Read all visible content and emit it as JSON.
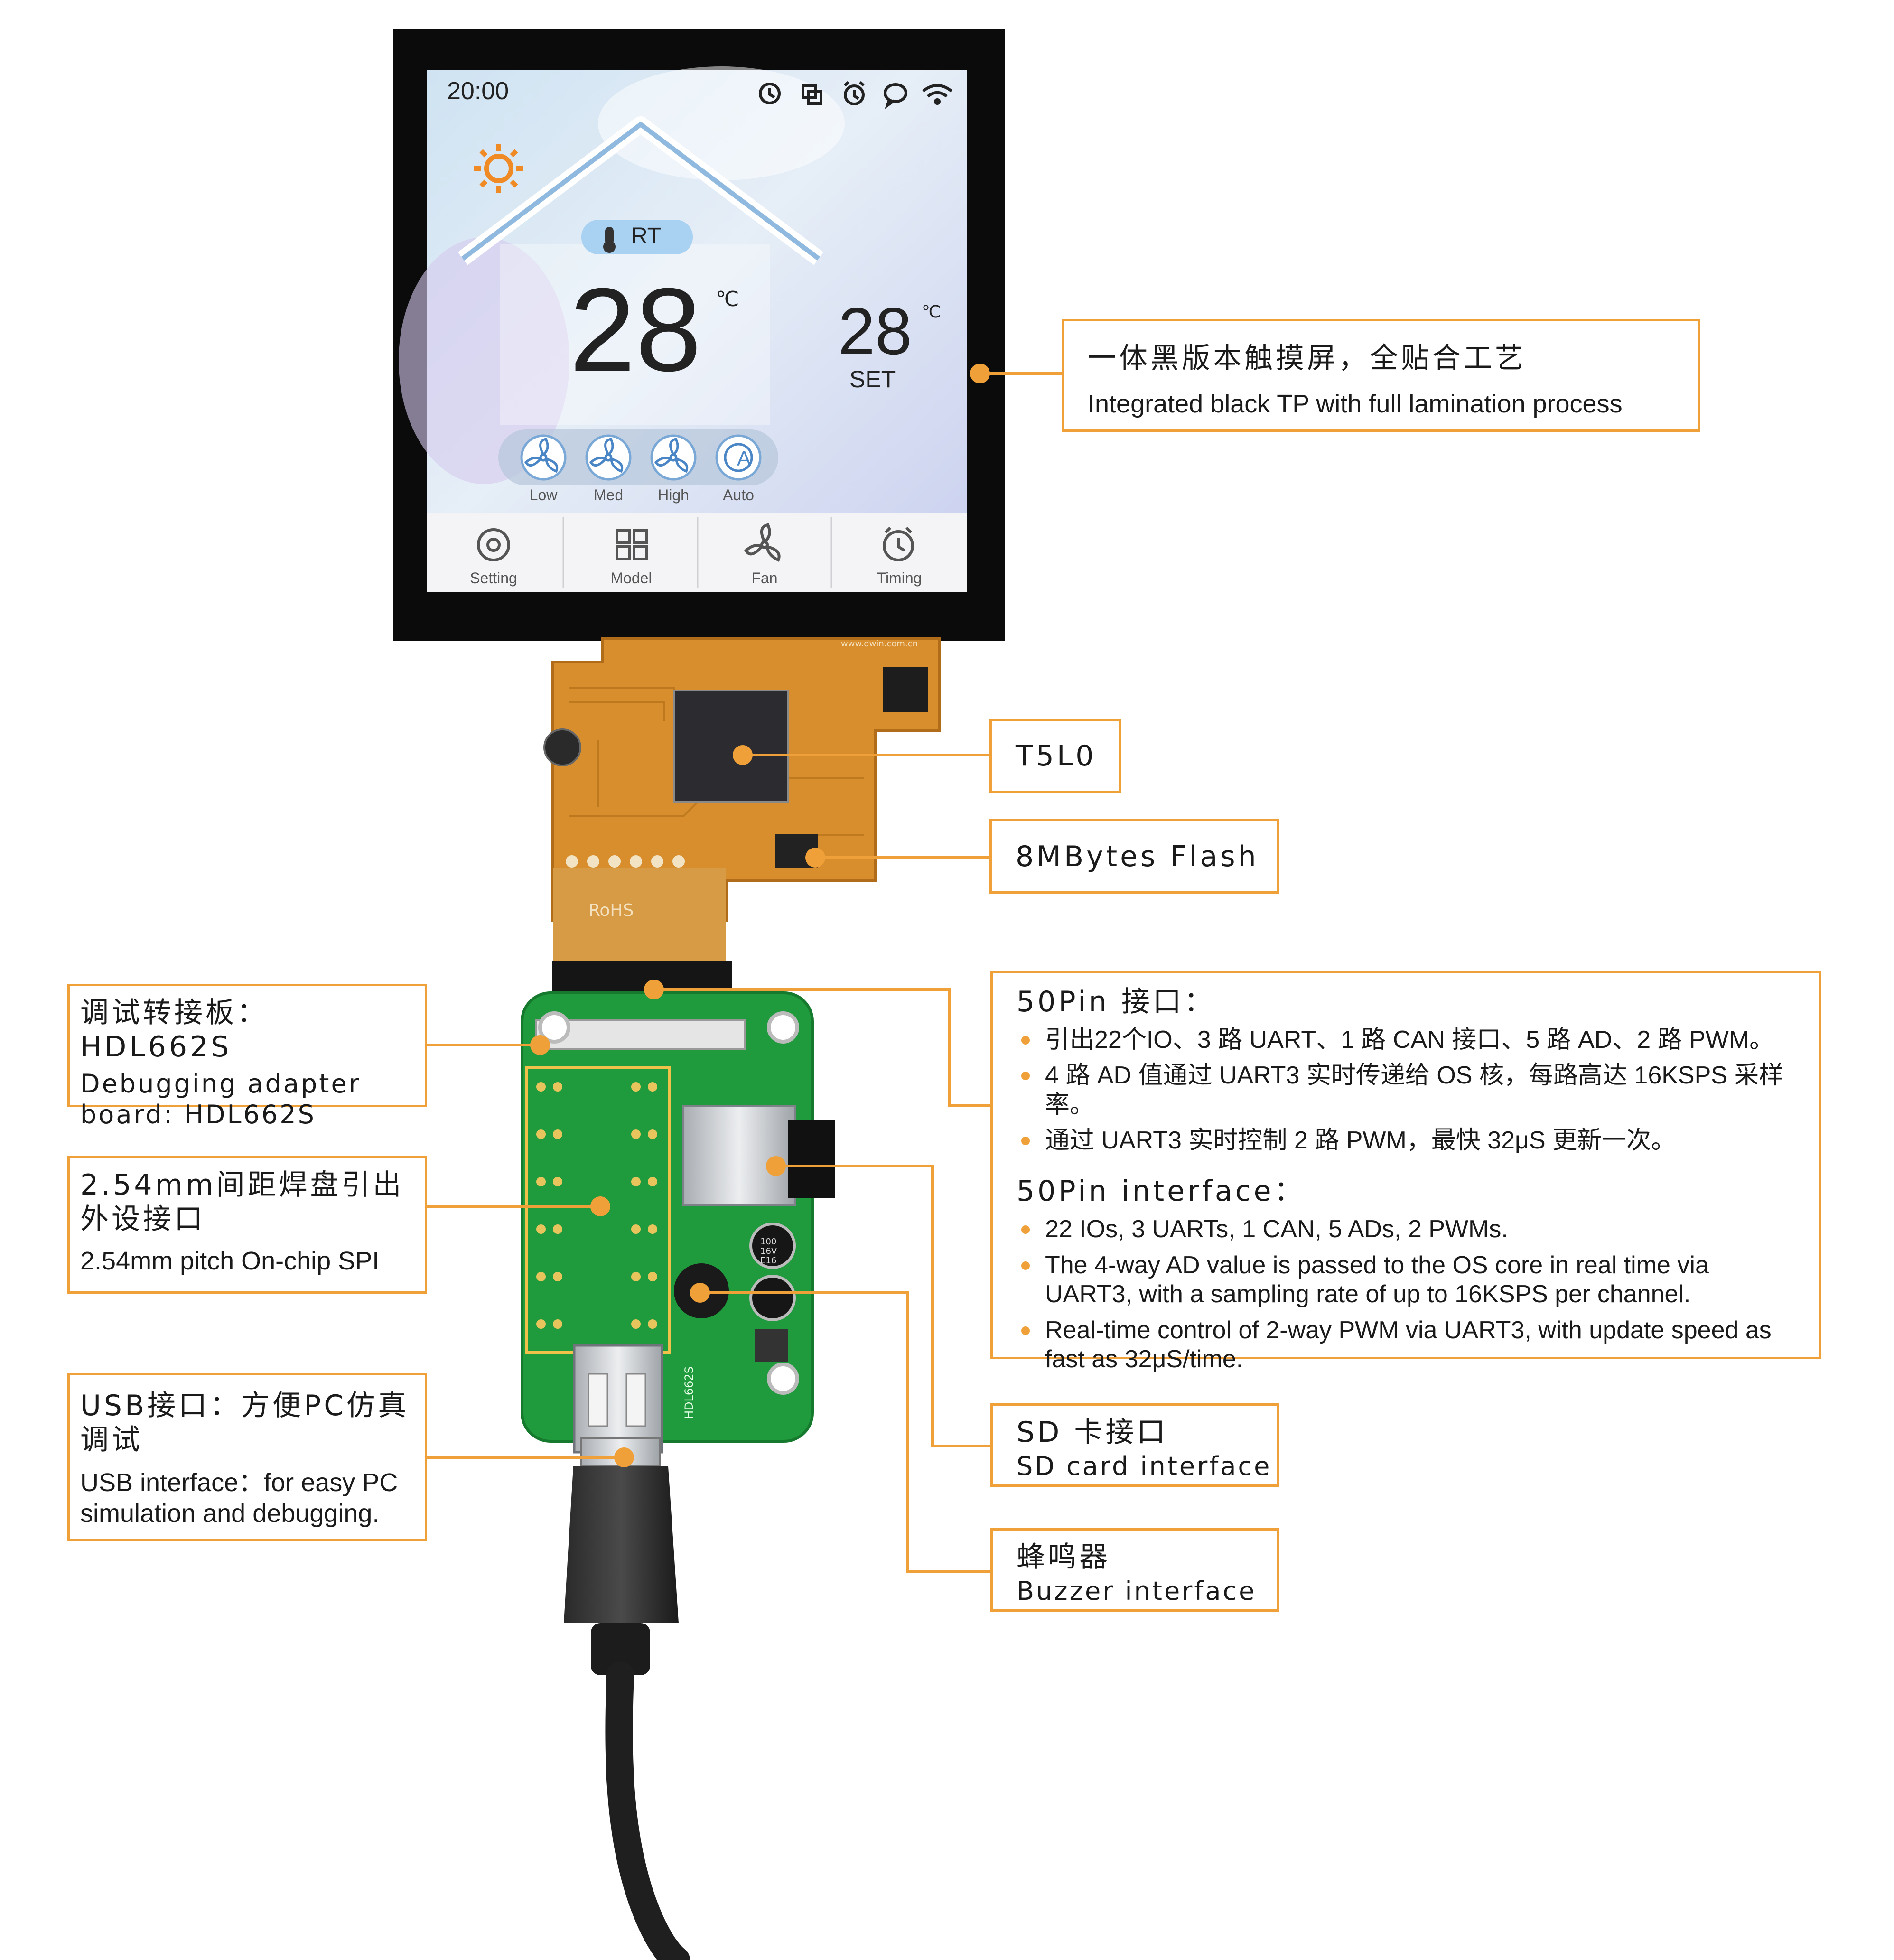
{
  "colors": {
    "accent": "#f0a038",
    "screen_text": "#222222",
    "pcb_flex": "#d98e2e",
    "pcb_green": "#1f9a3c",
    "bezel": "#0d0d0d"
  },
  "screen": {
    "time": "20:00",
    "status_icons": [
      "clock-icon",
      "window-icon",
      "alarm-icon",
      "chat-icon",
      "wifi-icon"
    ],
    "weather_icon": "sun-icon",
    "rt_label": "RT",
    "room_temp": "28",
    "temp_unit": "℃",
    "set_temp": "28",
    "set_unit": "℃",
    "set_label": "SET",
    "fan_modes": [
      {
        "label": "Low",
        "icon": "fan-icon"
      },
      {
        "label": "Med",
        "icon": "fan-icon"
      },
      {
        "label": "High",
        "icon": "fan-icon"
      },
      {
        "label": "Auto",
        "icon": "auto-icon"
      }
    ],
    "nav": [
      {
        "label": "Setting",
        "icon": "gear-icon"
      },
      {
        "label": "Model",
        "icon": "grid-icon"
      },
      {
        "label": "Fan",
        "icon": "fan-icon"
      },
      {
        "label": "Timing",
        "icon": "alarm-icon"
      }
    ]
  },
  "pcb_marks": {
    "rohs": "RoHS",
    "url": "www.dwin.com.cn",
    "board_name": "HDL662S",
    "cap_1": "100",
    "cap_2": "16V",
    "cap_3": "E16"
  },
  "callouts": {
    "tp": {
      "cn": "一体黑版本触摸屏，全贴合工艺",
      "en": "Integrated black TP with full lamination process"
    },
    "cpu": {
      "text": "T5L0"
    },
    "flash": {
      "text": "8MBytes Flash"
    },
    "pin50": {
      "cn_title": "50Pin 接口：",
      "cn_items": [
        "引出22个IO、3 路 UART、1 路 CAN 接口、5 路 AD、2 路 PWM。",
        "4 路 AD 值通过 UART3 实时传递给 OS 核，每路高达 16KSPS 采样率。",
        "通过 UART3 实时控制 2 路 PWM，最快 32μS 更新一次。"
      ],
      "en_title": "50Pin interface：",
      "en_items": [
        "22 IOs, 3 UARTs, 1 CAN, 5 ADs, 2 PWMs.",
        "The 4-way AD value is passed to the OS core in real time via UART3, with a sampling rate of up to 16KSPS per channel.",
        "Real-time control of 2-way PWM via UART3, with update speed as fast as 32μS/time."
      ]
    },
    "sd": {
      "cn": "SD 卡接口",
      "en": "SD card interface"
    },
    "buzzer": {
      "cn": "蜂鸣器",
      "en": "Buzzer interface"
    },
    "debug": {
      "cn": "调试转接板：HDL662S",
      "en": "Debugging adapter board: HDL662S"
    },
    "pitch": {
      "cn": "2.54mm间距焊盘引出外设接口",
      "en": "2.54mm pitch On-chip SPI"
    },
    "usb": {
      "cn": "USB接口：方便PC仿真调试",
      "en": "USB interface：for easy PC simulation and debugging."
    }
  }
}
